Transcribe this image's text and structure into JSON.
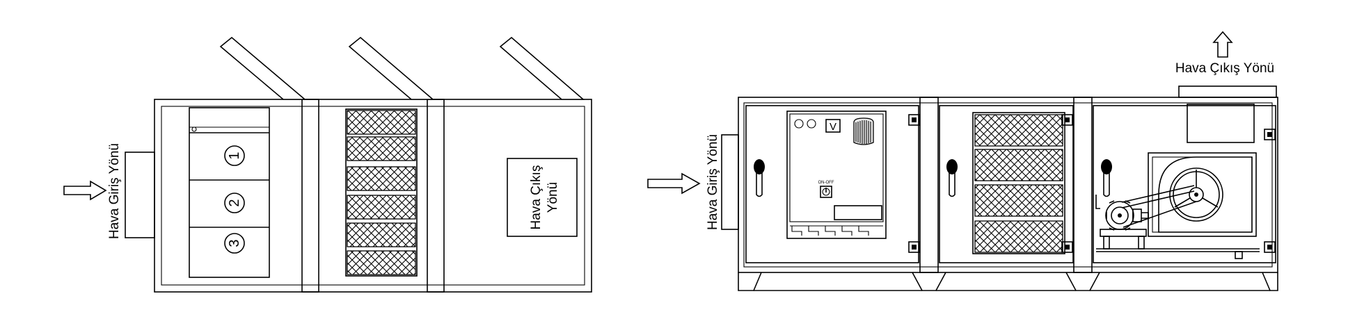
{
  "top_view": {
    "inlet_label": "Hava Giriş Yönü",
    "outlet_label_line1": "Hava Çıkış",
    "outlet_label_line2": "Yönü",
    "rotary_digits": [
      "1",
      "2",
      "3"
    ]
  },
  "front_view": {
    "inlet_label": "Hava Giriş Yönü",
    "outlet_label": "Hava Çıkış Yönü",
    "voltmeter_label": "V",
    "switch_label": "ON-OFF"
  }
}
